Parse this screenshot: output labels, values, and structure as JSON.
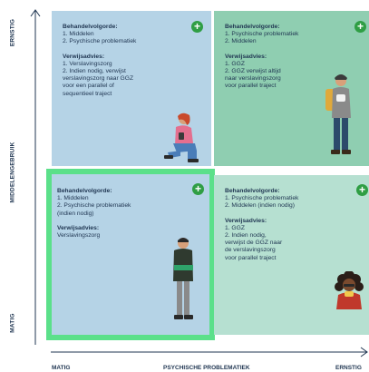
{
  "axes": {
    "y_top": "ERNSTIG",
    "y_mid": "MIDDELENGEBRUIK",
    "y_bottom": "MATIG",
    "x_left": "MATIG",
    "x_mid": "PSYCHISCHE PROBLEMATIEK",
    "x_right": "ERNSTIG"
  },
  "quadrants": {
    "top_left": {
      "order_heading": "Behandelvolgorde:",
      "order_items": [
        "1. Middelen",
        "2. Psychische problematiek"
      ],
      "advice_heading": "Verwijsadvies:",
      "advice_items": [
        "1. Verslavingszorg",
        "2. Indien nodig, verwijst",
        "verslavingszorg naar GGZ",
        "voor een parallel of",
        "sequentieel traject"
      ]
    },
    "top_right": {
      "order_heading": "Behandelvolgorde:",
      "order_items": [
        "1. Psychische problematiek",
        "2. Middelen"
      ],
      "advice_heading": "Verwijsadvies:",
      "advice_items": [
        "1. GGZ",
        "2. GGZ verwijst altijd",
        "naar verslavingszorg",
        "voor parallel traject"
      ]
    },
    "bottom_left": {
      "order_heading": "Behandelvolgorde:",
      "order_items": [
        "1. Middelen",
        "2. Psychische problematiek",
        "(indien nodig)"
      ],
      "advice_heading": "Verwijsadvies:",
      "advice_items": [
        "Verslavingszorg"
      ]
    },
    "bottom_right": {
      "order_heading": "Behandelvolgorde:",
      "order_items": [
        "1. Psychische problematiek",
        "2. Middelen (indien nodig)"
      ],
      "advice_heading": "Verwijsadvies:",
      "advice_items": [
        "1. GGZ",
        "2. Indien nodig,",
        "verwijst de GGZ naar",
        "de verslavingszorg",
        "voor parallel traject"
      ]
    }
  },
  "plus_symbol": "+",
  "icons": {
    "expand": "plus-icon",
    "tl_figure": "sitting-woman-phone-icon",
    "tr_figure": "hiker-with-backpack-icon",
    "bl_figure": "standing-man-icon",
    "br_figure": "curly-haired-woman-icon"
  },
  "colors": {
    "blue_quadrant": "#b5d3e6",
    "green_quadrant": "#8fceb1",
    "light_green_quadrant": "#b6e0d1",
    "highlight_border": "#5be08a",
    "plus_button": "#2f9e44",
    "text": "#1f3551"
  }
}
